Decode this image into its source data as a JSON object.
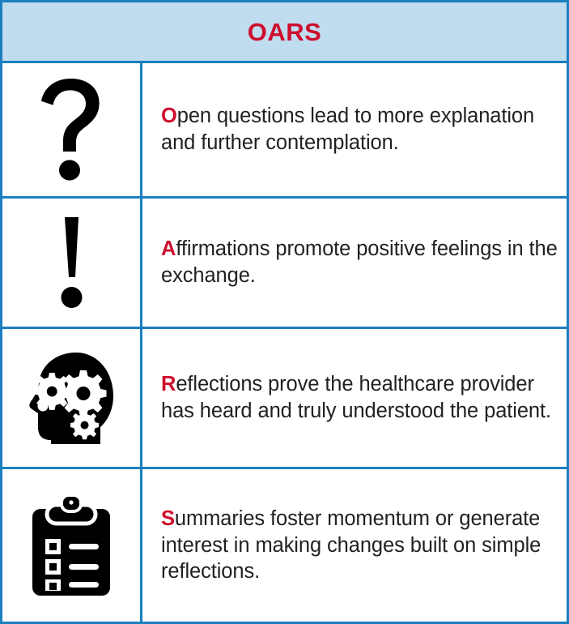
{
  "header": {
    "title": "OARS",
    "background_color": "#c0dcef",
    "title_color": "#ce0e2d"
  },
  "style": {
    "border_color": "#1b7fc0",
    "accent_red": "#ce0e2d",
    "text_color": "#231f20",
    "icon_color": "#000000",
    "background": "#ffffff"
  },
  "rows": [
    {
      "icon_name": "question-mark-icon",
      "lead_letter": "O",
      "text": "pen questions lead to more explanation and further contemplation.",
      "full_text": "Open questions lead to more explanation and further contemplation."
    },
    {
      "icon_name": "exclamation-mark-icon",
      "lead_letter": "A",
      "text": "ffirmations promote positive feelings in the exchange.",
      "full_text": "Affirmations promote positive feelings in the exchange."
    },
    {
      "icon_name": "head-with-gears-icon",
      "lead_letter": "R",
      "text": "eflections prove the healthcare provider has heard and truly understood the patient.",
      "full_text": "Reflections prove the healthcare provider has heard and truly understood the patient."
    },
    {
      "icon_name": "clipboard-checklist-icon",
      "lead_letter": "S",
      "text": "ummaries foster momentum or generate interest in making changes built on simple reflections.",
      "full_text": "Summaries foster momentum or generate interest in making changes built on simple reflections."
    }
  ]
}
